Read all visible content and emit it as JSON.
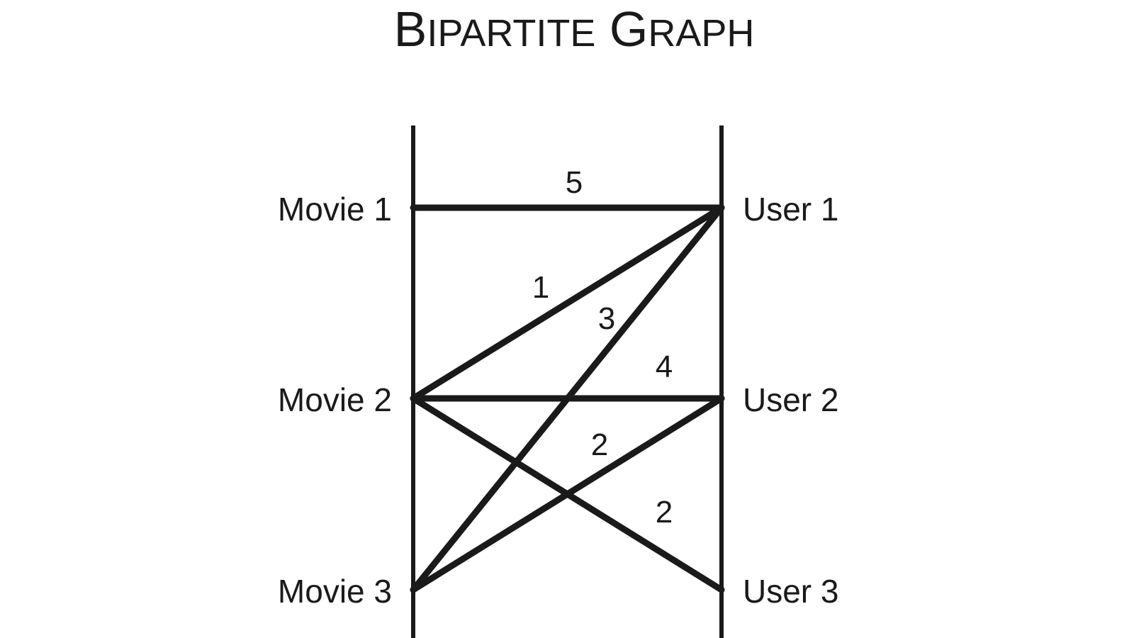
{
  "title": {
    "first_cap": "B",
    "first_rest": "IPARTITE",
    "second_cap": "G",
    "second_rest": "RAPH"
  },
  "left_nodes": [
    {
      "id": "m1",
      "label": "Movie 1"
    },
    {
      "id": "m2",
      "label": "Movie 2"
    },
    {
      "id": "m3",
      "label": "Movie 3"
    }
  ],
  "right_nodes": [
    {
      "id": "u1",
      "label": "User 1"
    },
    {
      "id": "u2",
      "label": "User 2"
    },
    {
      "id": "u3",
      "label": "User 3"
    }
  ],
  "edges": [
    {
      "from": "m1",
      "to": "u1",
      "weight": "5"
    },
    {
      "from": "m2",
      "to": "u1",
      "weight": "1"
    },
    {
      "from": "m3",
      "to": "u1",
      "weight": "3"
    },
    {
      "from": "m2",
      "to": "u2",
      "weight": "4"
    },
    {
      "from": "m3",
      "to": "u2",
      "weight": "2"
    },
    {
      "from": "m2",
      "to": "u3",
      "weight": "2"
    }
  ],
  "colors": {
    "stroke": "#1a1a1a"
  }
}
